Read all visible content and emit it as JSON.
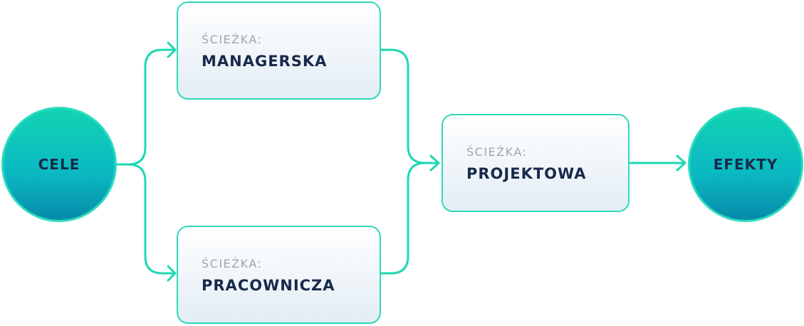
{
  "colors": {
    "connector": "#1fd8b3",
    "box_border": "#2fd8b9",
    "circle_top": "#12d3b3",
    "circle_bottom": "#078aa9",
    "title_text": "#19294a",
    "kicker_text": "#9aa7b6"
  },
  "nodes": {
    "start": {
      "label": "CELE"
    },
    "managerska": {
      "kicker": "ŚCIEŻKA:",
      "title": "MANAGERSKA"
    },
    "pracownicza": {
      "kicker": "ŚCIEŻKA:",
      "title": "PRACOWNICZA"
    },
    "projektowa": {
      "kicker": "ŚCIEŻKA:",
      "title": "PROJEKTOWA"
    },
    "end": {
      "label": "EFEKTY"
    }
  }
}
